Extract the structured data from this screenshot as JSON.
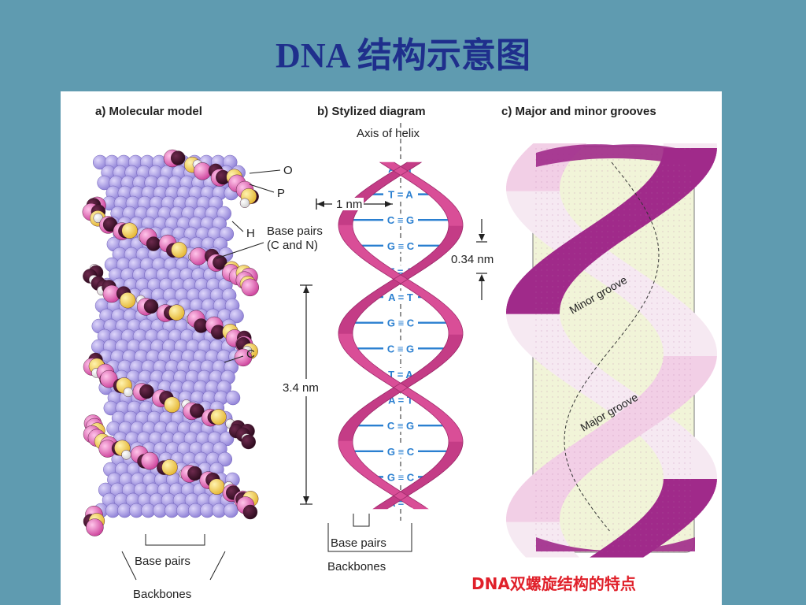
{
  "slide": {
    "title": "DNA 结构示意图"
  },
  "panels": {
    "a": {
      "title": "a) Molecular model",
      "labels": {
        "o": "O",
        "p": "P",
        "h": "H",
        "base_pairs": "Base pairs",
        "c_and_n": "(C and N)",
        "c": "C",
        "bottom_base_pairs": "Base pairs",
        "backbones": "Backbones"
      }
    },
    "b": {
      "title": "b) Stylized diagram",
      "axis": "Axis of helix",
      "width": "1 nm",
      "rise": "0.34 nm",
      "pitch": "3.4 nm",
      "base_pairs": "Base pairs",
      "backbones": "Backbones",
      "pairs": [
        "A = T",
        "T = A",
        "C ≡ G",
        "G ≡ C",
        "T = A",
        "A = T",
        "G ≡ C",
        "C ≡ G",
        "T = A",
        "A = T",
        "C ≡ G",
        "G ≡ C",
        "G ≡ C",
        "A = T"
      ]
    },
    "c": {
      "title": "c) Major and minor grooves",
      "minor": "Minor groove",
      "major": "Major groove"
    }
  },
  "caption": "DNA双螺旋结构的特点",
  "colors": {
    "background": "#5f9bb0",
    "title": "#1f2f8c",
    "ribbon": "#d94f97",
    "base_pair": "#2a7fd0",
    "groove_dark": "#a02a8a",
    "groove_light": "#f2cfe6",
    "groove_cream": "#f1f4d8",
    "caption": "#e0202a"
  }
}
